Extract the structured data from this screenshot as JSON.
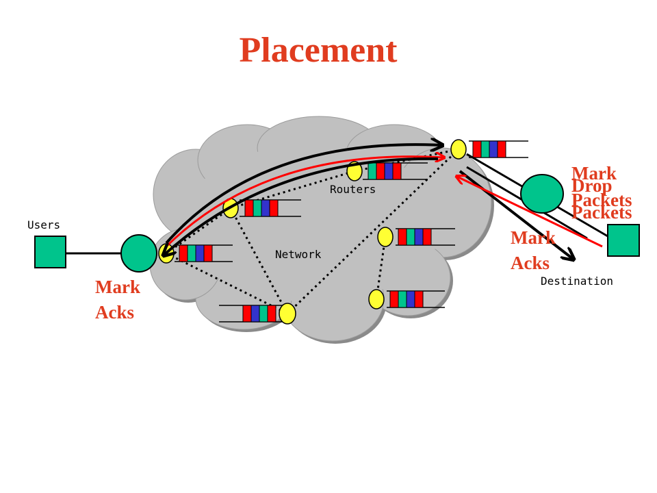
{
  "title": "Placement",
  "labels": {
    "users": "Users",
    "routers": "Routers",
    "network": "Network",
    "destination": "Destination"
  },
  "annotations": {
    "left_mark": "Mark",
    "left_acks": "Acks",
    "right_mark": "Mark",
    "right_acks": "Acks",
    "top_mark": "Mark",
    "top_packets": "Packets",
    "top_drop": "Drop",
    "top_drop_packets": "Packets"
  },
  "colors": {
    "title": "#e03c1f",
    "annotation": "#e03c1f",
    "cloud": "#c0c0c0",
    "host": "#00c48c",
    "router": "#ffff33",
    "queue_red": "#ff0000",
    "queue_teal": "#00c48c",
    "queue_blue": "#3333cc",
    "path_red": "#ff0000",
    "path_black": "#000000"
  }
}
